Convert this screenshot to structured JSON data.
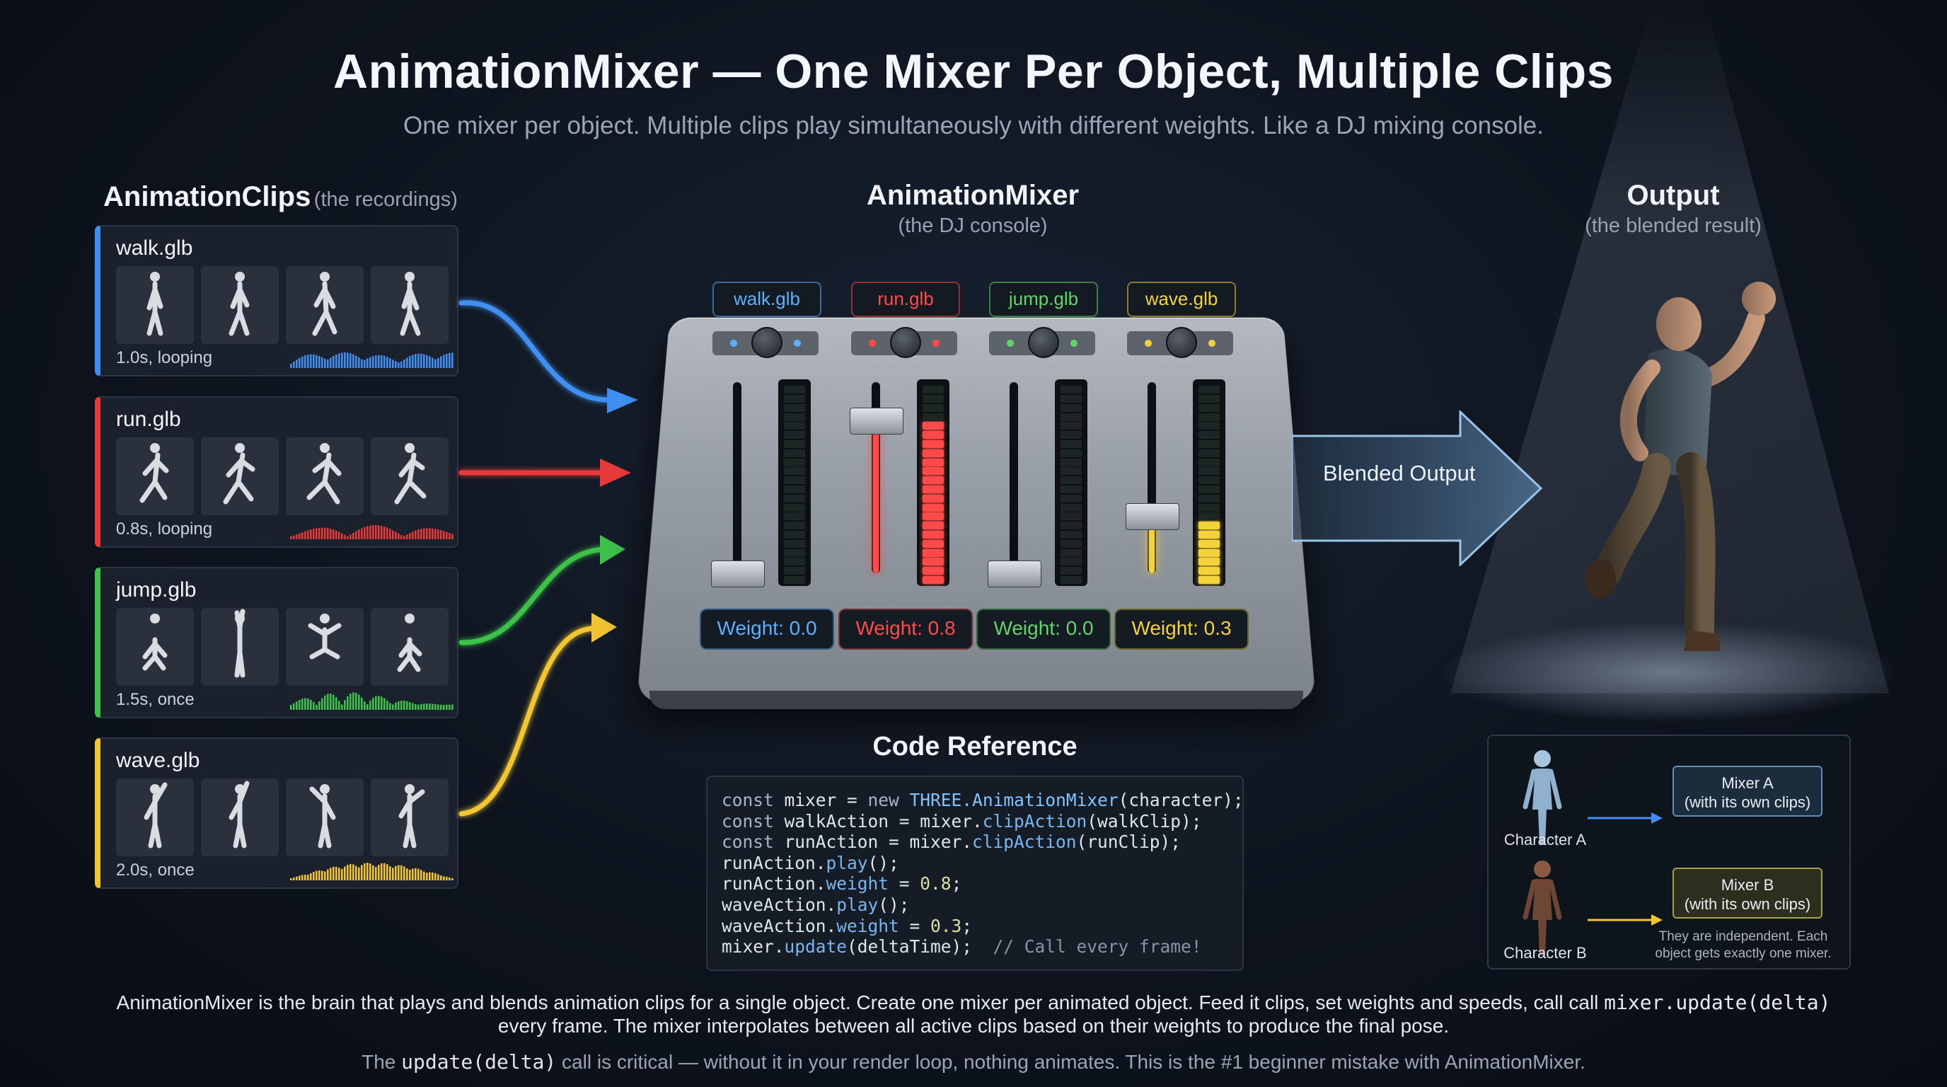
{
  "title": "AnimationMixer — One Mixer Per Object, Multiple Clips",
  "subtitle": "One mixer per object. Multiple clips play simultaneously with different weights. Like a DJ mixing console.",
  "clips_section": {
    "heading": "AnimationClips",
    "sub": "(the recordings)",
    "clips": [
      {
        "name": "walk.glb",
        "meta": "1.0s, looping",
        "color": "#3f8ff2"
      },
      {
        "name": "run.glb",
        "meta": "0.8s, looping",
        "color": "#e8393a"
      },
      {
        "name": "jump.glb",
        "meta": "1.5s, once",
        "color": "#3cc24a"
      },
      {
        "name": "wave.glb",
        "meta": "2.0s, once",
        "color": "#f2c531"
      }
    ]
  },
  "mixer_section": {
    "heading": "AnimationMixer",
    "sub": "(the DJ console)",
    "channels": [
      {
        "label": "walk.glb",
        "weight_text": "Weight: 0.0",
        "weight": 0.0,
        "color": "#5db0ff"
      },
      {
        "label": "run.glb",
        "weight_text": "Weight: 0.8",
        "weight": 0.8,
        "color": "#ff4a4a"
      },
      {
        "label": "jump.glb",
        "weight_text": "Weight: 0.0",
        "weight": 0.0,
        "color": "#62d56a"
      },
      {
        "label": "wave.glb",
        "weight_text": "Weight: 0.3",
        "weight": 0.3,
        "color": "#f4d23c"
      }
    ],
    "output_arrow_label": "Blended Output"
  },
  "output_section": {
    "heading": "Output",
    "sub": "(the blended result)"
  },
  "code_section": {
    "heading": "Code Reference",
    "lines": [
      [
        {
          "t": "const",
          "c": "kw"
        },
        {
          "t": " mixer = ",
          "c": ""
        },
        {
          "t": "new",
          "c": "kw"
        },
        {
          "t": " THREE.",
          "c": "cls"
        },
        {
          "t": "AnimationMixer",
          "c": "cls"
        },
        {
          "t": "(character);",
          "c": ""
        }
      ],
      [
        {
          "t": "const",
          "c": "kw"
        },
        {
          "t": " walkAction = mixer.",
          "c": ""
        },
        {
          "t": "clipAction",
          "c": "fn"
        },
        {
          "t": "(walkClip);",
          "c": ""
        }
      ],
      [
        {
          "t": "const",
          "c": "kw"
        },
        {
          "t": " runAction = mixer.",
          "c": ""
        },
        {
          "t": "clipAction",
          "c": "fn"
        },
        {
          "t": "(runClip);",
          "c": ""
        }
      ],
      [
        {
          "t": "runAction.",
          "c": ""
        },
        {
          "t": "play",
          "c": "fn"
        },
        {
          "t": "();",
          "c": ""
        }
      ],
      [
        {
          "t": "runAction.",
          "c": ""
        },
        {
          "t": "weight",
          "c": "fn"
        },
        {
          "t": " = ",
          "c": ""
        },
        {
          "t": "0.8",
          "c": "num"
        },
        {
          "t": ";",
          "c": ""
        }
      ],
      [
        {
          "t": "waveAction.",
          "c": ""
        },
        {
          "t": "play",
          "c": "fn"
        },
        {
          "t": "();",
          "c": ""
        }
      ],
      [
        {
          "t": "waveAction.",
          "c": ""
        },
        {
          "t": "weight",
          "c": "fn"
        },
        {
          "t": " = ",
          "c": ""
        },
        {
          "t": "0.3",
          "c": "num"
        },
        {
          "t": ";",
          "c": ""
        }
      ],
      [
        {
          "t": "mixer.",
          "c": ""
        },
        {
          "t": "update",
          "c": "fn"
        },
        {
          "t": "(deltaTime);  ",
          "c": ""
        },
        {
          "t": "// Call every frame!",
          "c": "cm"
        }
      ]
    ]
  },
  "independence": {
    "character_a": "Character A",
    "character_b": "Character B",
    "mixer_a_line1": "Mixer A",
    "mixer_a_line2": "(with its own clips)",
    "mixer_b_line1": "Mixer B",
    "mixer_b_line2": "(with its own clips)",
    "note_line1": "They are independent. Each",
    "note_line2": "object gets exactly one mixer."
  },
  "footer": {
    "p1_text": "AnimationMixer is the brain that plays and blends animation clips for a single object. Create one mixer per animated object. Feed it clips, set weights and speeds, call call ",
    "p1_code": "mixer.update(delta)",
    "p1_line2": "every frame. The mixer interpolates between all active clips based on their weights to produce the final pose.",
    "p2_pre": "The ",
    "p2_code": "update(delta)",
    "p2_post": " call is critical — without it in your render loop, nothing animates. This is the #1 beginner mistake with AnimationMixer."
  }
}
